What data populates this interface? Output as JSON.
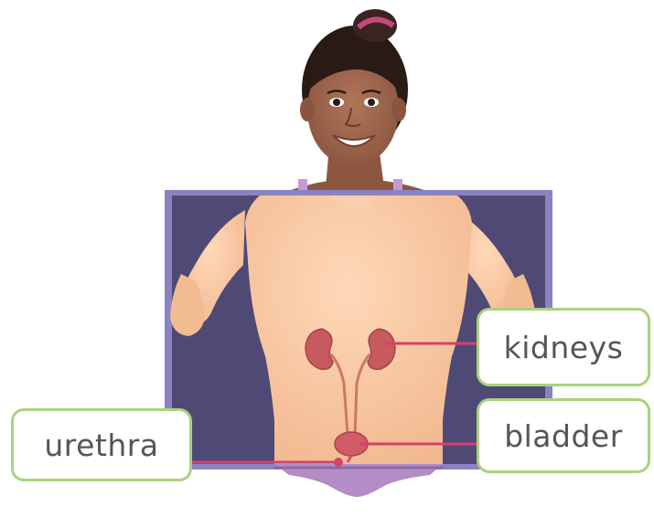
{
  "labels": {
    "kidneys": "kidneys",
    "bladder": "bladder",
    "urethra": "urethra"
  },
  "colors": {
    "panel_background": "#4f4a75",
    "panel_frame": "#8a83c0",
    "skin": "#f6c59f",
    "organs": "#c75a5e",
    "pointer_lines": "#d4426b",
    "callout_border": "#a9d37f",
    "hair": "#2a1a16"
  }
}
